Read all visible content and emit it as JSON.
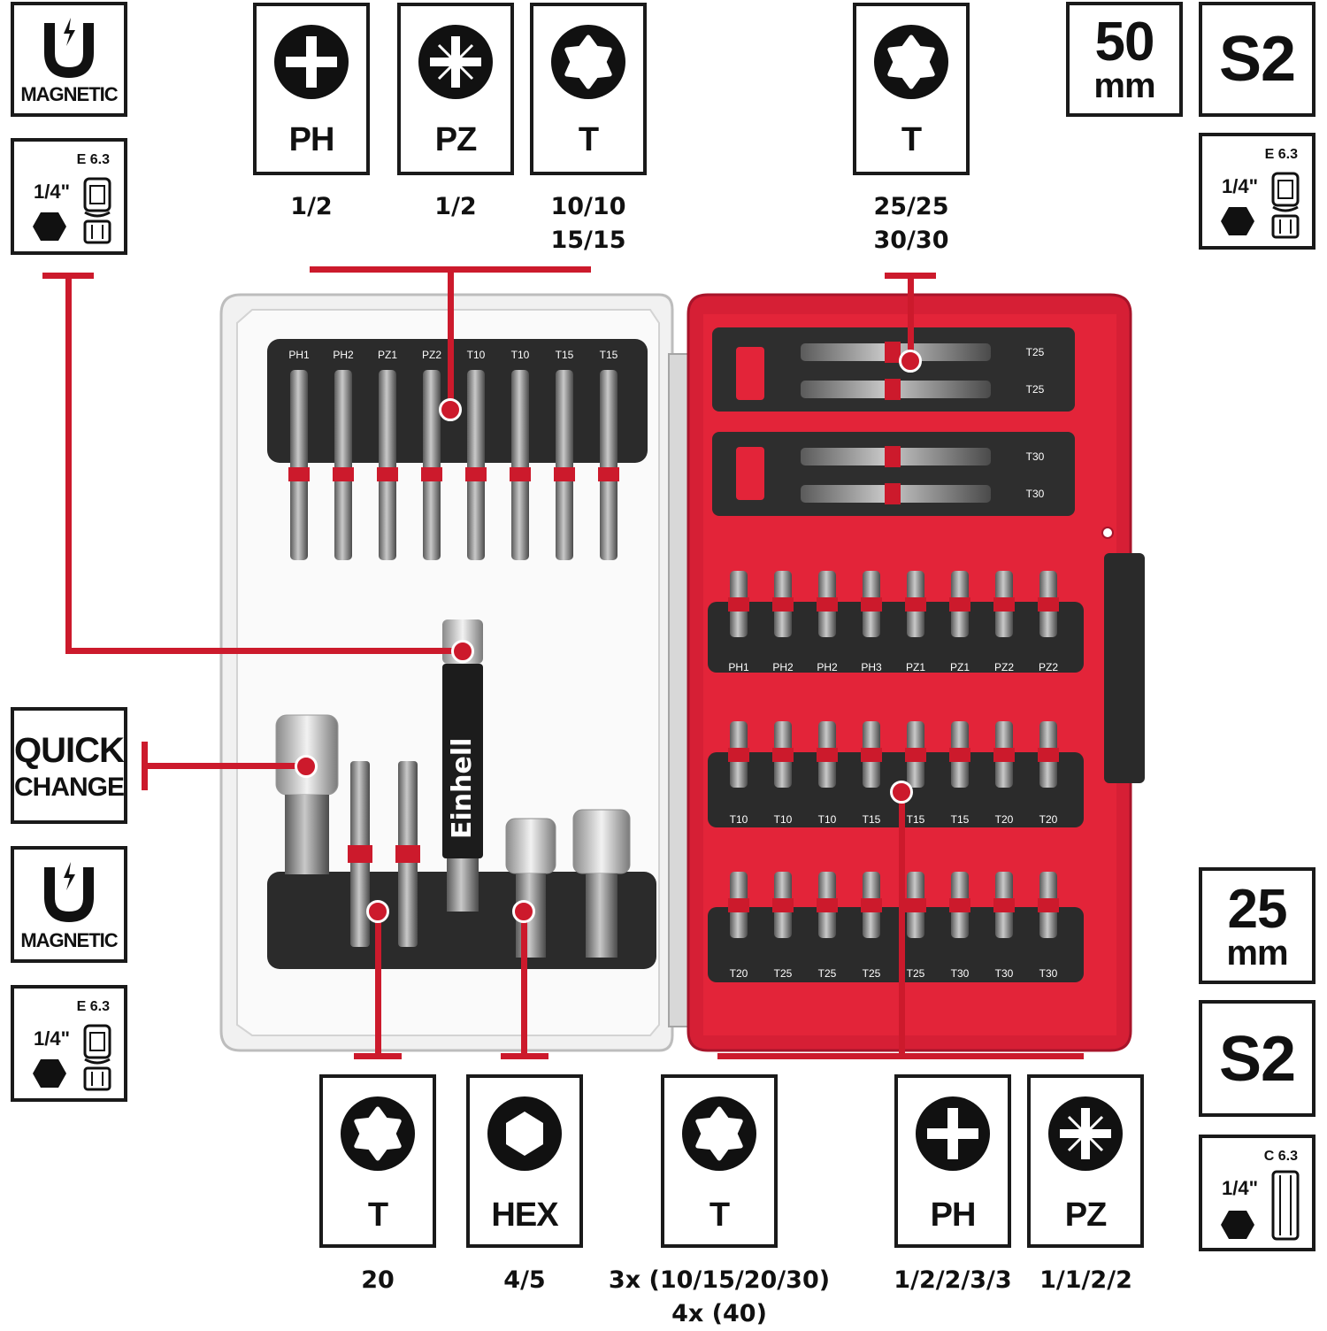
{
  "colors": {
    "accent": "#cc1a2c",
    "ink": "#1a1a1a",
    "case_red": "#d61f35",
    "case_clear": "#eeeeee",
    "holder_black": "#2b2b2b"
  },
  "top_labels": [
    {
      "icon": "phillips-icon",
      "type": "PH",
      "values": "1/2"
    },
    {
      "icon": "pozidriv-icon",
      "type": "PZ",
      "values": "1/2"
    },
    {
      "icon": "torx-icon",
      "type": "T",
      "values": "10/10\n15/15"
    },
    {
      "icon": "torx-icon",
      "type": "T",
      "values": "25/25\n30/30"
    }
  ],
  "bottom_labels": [
    {
      "icon": "torx-icon",
      "type": "T",
      "values": "20"
    },
    {
      "icon": "hex-icon",
      "type": "HEX",
      "values": "4/5"
    },
    {
      "icon": "torx-icon",
      "type": "T",
      "values": "3x (10/15/20/30)\n4x (40)"
    },
    {
      "icon": "phillips-icon",
      "type": "PH",
      "values": "1/2/2/3/3"
    },
    {
      "icon": "pozidriv-icon",
      "type": "PZ",
      "values": "1/1/2/2"
    }
  ],
  "badges": {
    "magnetic_label": "MAGNETIC",
    "quick_change_line1": "QUICK",
    "quick_change_line2": "CHANGE",
    "length_50": "50",
    "length_25": "25",
    "unit_mm": "mm",
    "material": "S2",
    "shank_e63": "E 6.3",
    "shank_c63": "C 6.3",
    "shank_quarter": "1/4\""
  },
  "case": {
    "brand": "Einhell",
    "left_top_bits": [
      "PH1",
      "PH2",
      "PZ1",
      "PZ2",
      "T10",
      "T10",
      "T15",
      "T15"
    ],
    "right_top_rows": [
      [
        "T25",
        "T25"
      ],
      [
        "T30",
        "T30"
      ]
    ],
    "right_row1": [
      "PH1",
      "PH2",
      "PH2",
      "PH3",
      "PZ1",
      "PZ1",
      "PZ2",
      "PZ2"
    ],
    "right_row2": [
      "T10",
      "T10",
      "T10",
      "T15",
      "T15",
      "T15",
      "T20",
      "T20"
    ],
    "right_row3": [
      "T20",
      "T25",
      "T25",
      "T25",
      "T25",
      "T30",
      "T30",
      "T30"
    ]
  }
}
